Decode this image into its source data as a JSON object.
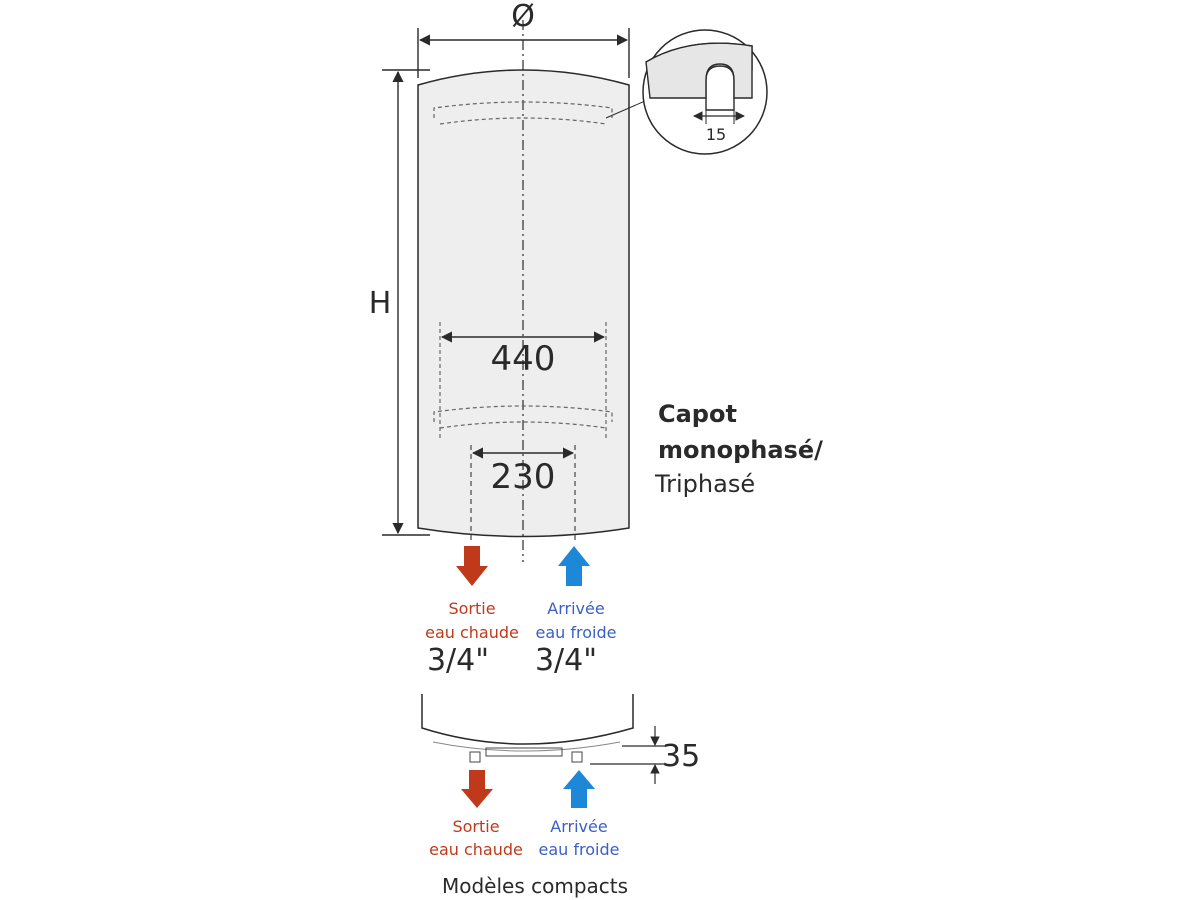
{
  "labels": {
    "diameter": "Ø",
    "height": "H",
    "bracket_spacing": "440",
    "pipe_spacing": "230",
    "slot_width": "15",
    "compact_offset": "35",
    "hood_line1": "Capot",
    "hood_line2": "monophasé/",
    "hood_line3": "Triphasé",
    "hot_outlet_line1": "Sortie",
    "hot_outlet_line2": "eau chaude",
    "cold_inlet_line1": "Arrivée",
    "cold_inlet_line2": "eau froide",
    "hot_size": "3/4\"",
    "cold_size": "3/4\"",
    "compact_hot_line1": "Sortie",
    "compact_hot_line2": "eau chaude",
    "compact_cold_line1": "Arrivée",
    "compact_cold_line2": "eau froide",
    "compact_models": "Modèles compacts"
  },
  "colors": {
    "hot": "#c0391b",
    "cold": "#1e88d8",
    "cold_text": "#3a5fc8",
    "outline": "#2a2a2a",
    "tank_fill": "#eeeeee"
  }
}
